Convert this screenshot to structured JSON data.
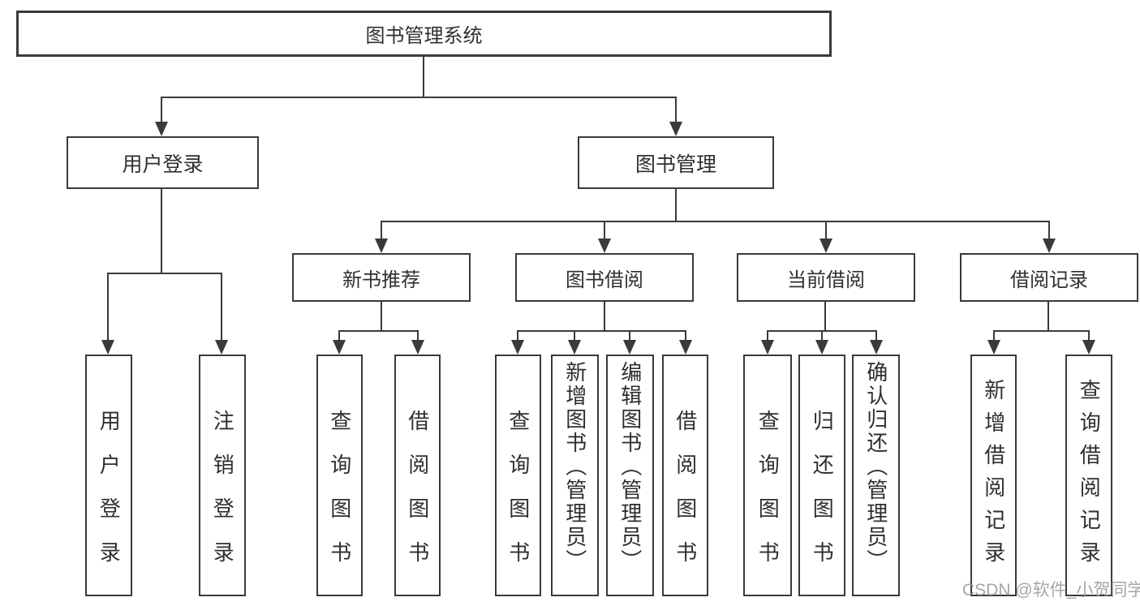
{
  "title": "图书管理系统",
  "watermark": "CSDN @软件_小贺同学",
  "colors": {
    "line": "#3a3a3a",
    "text": "#2f2f2f",
    "background": "#ffffff",
    "watermark": "#8f8f8f"
  },
  "tree": {
    "root": "图书管理系统",
    "level2": [
      {
        "label": "用户登录",
        "children": [
          "用户登录",
          "注销登录"
        ]
      },
      {
        "label": "图书管理",
        "children": [
          {
            "label": "新书推荐",
            "children": [
              "查询图书",
              "借阅图书"
            ]
          },
          {
            "label": "图书借阅",
            "children": [
              "查询图书",
              "新增图书（管理员）",
              "编辑图书（管理员）",
              "借阅图书"
            ]
          },
          {
            "label": "当前借阅",
            "children": [
              "查询图书",
              "归还图书",
              "确认归还（管理员）"
            ]
          },
          {
            "label": "借阅记录",
            "children": [
              "新增借阅记录",
              "查询借阅记录"
            ]
          }
        ]
      }
    ]
  }
}
